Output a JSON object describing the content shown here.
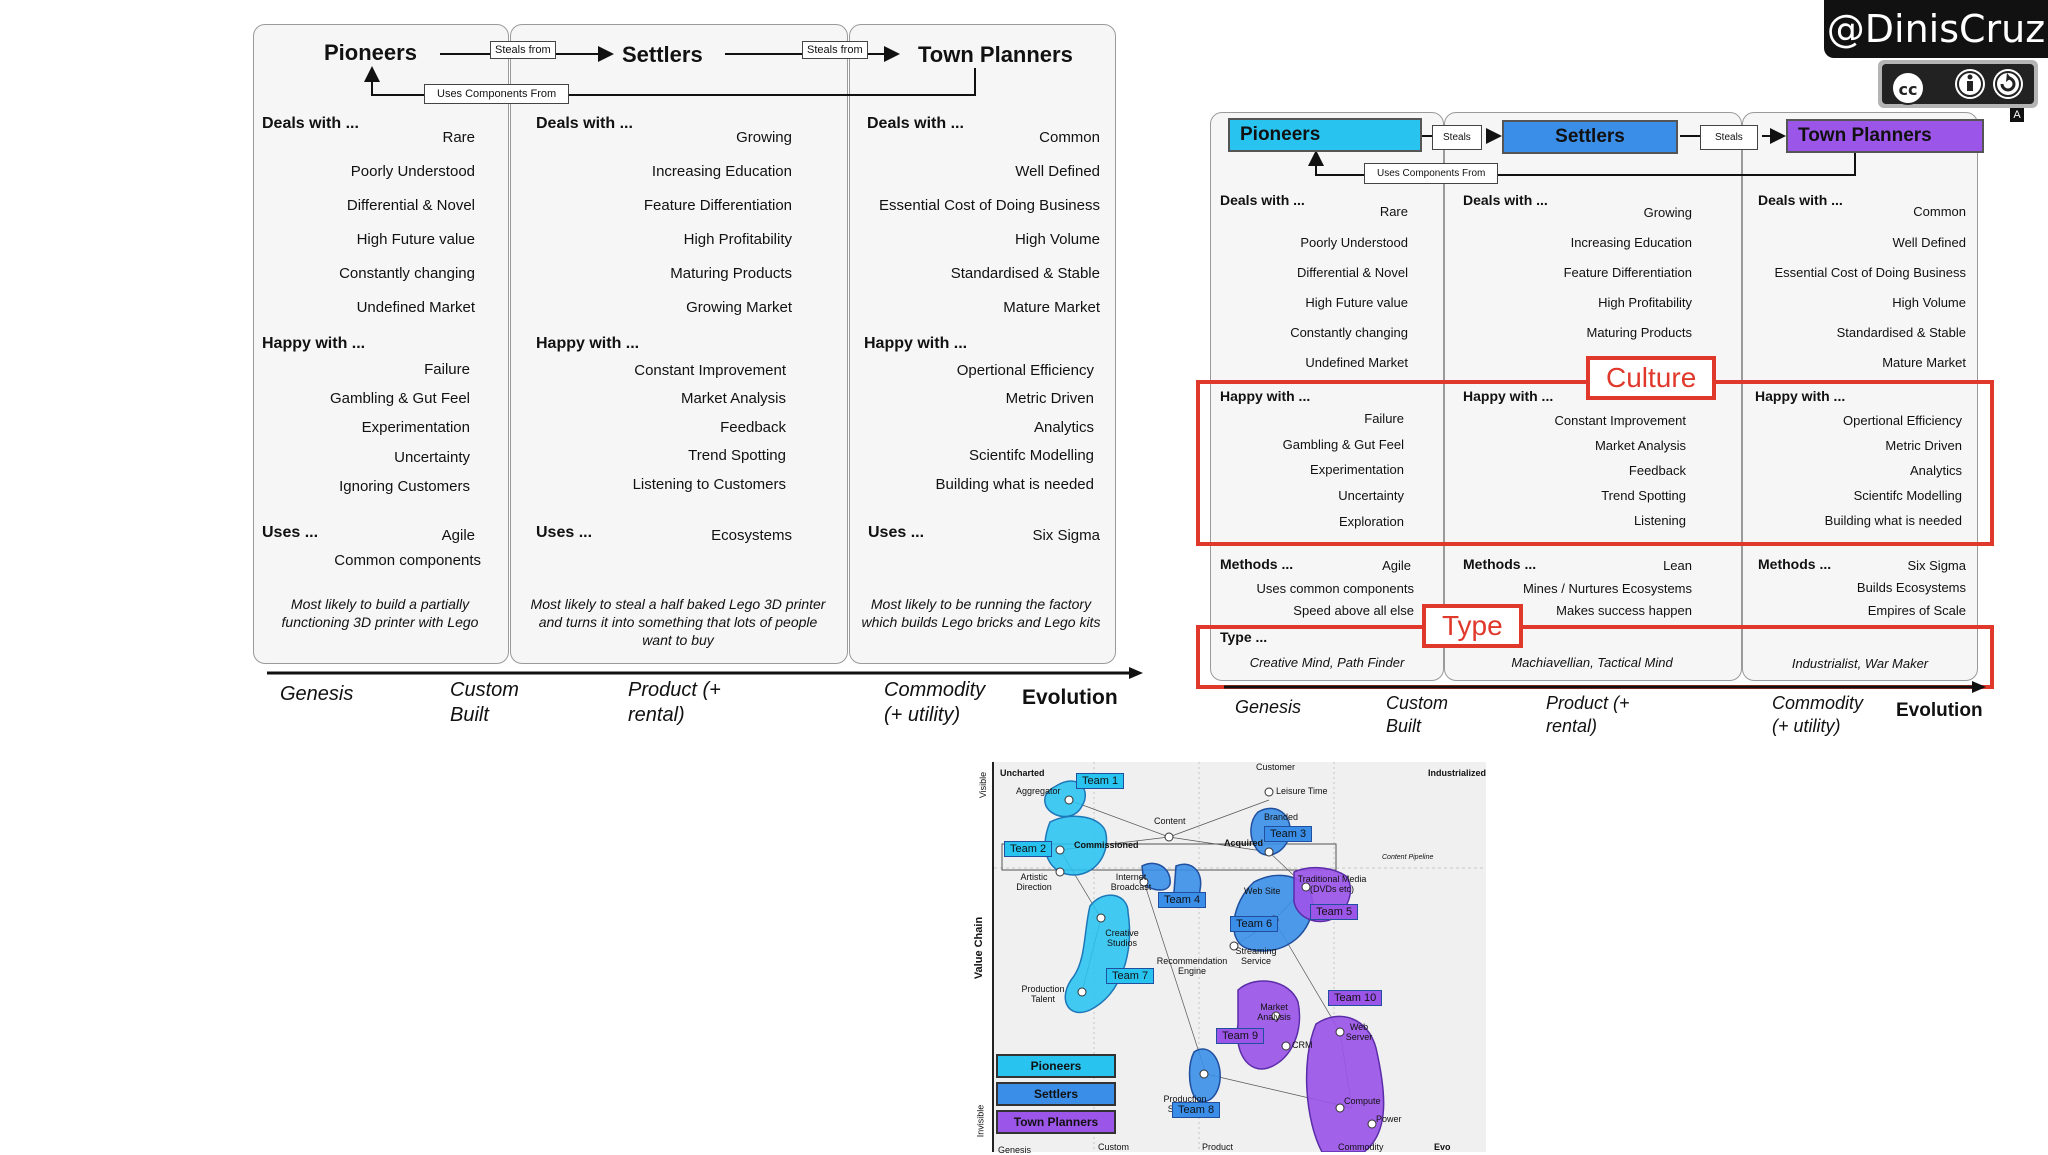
{
  "handle": "@DinisCruz",
  "cc_letter": "A",
  "left_table": {
    "headers": [
      "Pioneers",
      "Settlers",
      "Town Planners"
    ],
    "tags": {
      "steals1": "Steals from",
      "steals2": "Steals from",
      "uses": "Uses Components From"
    },
    "columns": [
      {
        "deals_title": "Deals with ...",
        "deals": [
          "Rare",
          "Poorly Understood",
          "Differential & Novel",
          "High Future value",
          "Constantly changing",
          "Undefined Market"
        ],
        "happy_title": "Happy with ...",
        "happy": [
          "Failure",
          "Gambling & Gut Feel",
          "Experimentation",
          "Uncertainty",
          "Ignoring Customers"
        ],
        "uses_title": "Uses ...",
        "uses": [
          "Agile",
          "Common components"
        ],
        "note": "Most likely to build a partially functioning 3D printer with Lego"
      },
      {
        "deals_title": "Deals with ...",
        "deals": [
          "Growing",
          "Increasing Education",
          "Feature Differentiation",
          "High Profitability",
          "Maturing Products",
          "Growing Market"
        ],
        "happy_title": "Happy with ...",
        "happy": [
          "Constant Improvement",
          "Market Analysis",
          "Feedback",
          "Trend Spotting",
          "Listening to Customers"
        ],
        "uses_title": "Uses ...",
        "uses": [
          "Ecosystems"
        ],
        "note": "Most likely to steal a half baked Lego 3D printer and turns it into something that lots of people want to buy"
      },
      {
        "deals_title": "Deals with ...",
        "deals": [
          "Common",
          "Well Defined",
          "Essential Cost of Doing Business",
          "High Volume",
          "Standardised & Stable",
          "Mature Market"
        ],
        "happy_title": "Happy with ...",
        "happy": [
          "Opertional Efficiency",
          "Metric Driven",
          "Analytics",
          "Scientifc Modelling",
          "Building what is needed"
        ],
        "uses_title": "Uses ...",
        "uses": [
          "Six Sigma"
        ],
        "note": "Most likely to be running the factory which builds Lego bricks and Lego kits"
      }
    ],
    "axis": [
      "Genesis",
      "Custom Built",
      "Product (+ rental)",
      "Commodity (+ utility)"
    ],
    "evolution": "Evolution"
  },
  "right_table": {
    "headers": [
      "Pioneers",
      "Settlers",
      "Town Planners"
    ],
    "colors": {
      "pioneers": "#29c3f0",
      "settlers": "#3a8ee8",
      "planners": "#9b55e8",
      "highlight": "#e0392b"
    },
    "tags": {
      "steals1": "Steals",
      "steals2": "Steals",
      "uses": "Uses Components From"
    },
    "culture": "Culture",
    "type_label": "Type",
    "columns": [
      {
        "deals_title": "Deals with ...",
        "deals": [
          "Rare",
          "Poorly Understood",
          "Differential & Novel",
          "High Future value",
          "Constantly changing",
          "Undefined Market"
        ],
        "happy_title": "Happy with ...",
        "happy": [
          "Failure",
          "Gambling & Gut Feel",
          "Experimentation",
          "Uncertainty",
          "Exploration"
        ],
        "methods_title": "Methods ...",
        "methods": [
          "Agile",
          "Uses common components",
          "Speed above all else"
        ],
        "type_title": "Type ...",
        "type": "Creative Mind, Path Finder"
      },
      {
        "deals_title": "Deals with ...",
        "deals": [
          "Growing",
          "Increasing Education",
          "Feature Differentiation",
          "High Profitability",
          "Maturing Products"
        ],
        "happy_title": "Happy with ...",
        "happy": [
          "Constant Improvement",
          "Market Analysis",
          "Feedback",
          "Trend Spotting",
          "Listening"
        ],
        "methods_title": "Methods ...",
        "methods": [
          "Lean",
          "Mines / Nurtures Ecosystems",
          "Makes success happen"
        ],
        "type_title": "",
        "type": "Machiavellian, Tactical Mind"
      },
      {
        "deals_title": "Deals with ...",
        "deals": [
          "Common",
          "Well Defined",
          "Essential Cost of Doing Business",
          "High Volume",
          "Standardised & Stable",
          "Mature Market"
        ],
        "happy_title": "Happy with ...",
        "happy": [
          "Opertional Efficiency",
          "Metric Driven",
          "Analytics",
          "Scientifc Modelling",
          "Building what is needed"
        ],
        "methods_title": "Methods ...",
        "methods": [
          "Six Sigma",
          "Builds Ecosystems",
          "Empires of Scale"
        ],
        "type_title": "",
        "type": "Industrialist, War Maker"
      }
    ],
    "axis": [
      "Genesis",
      "Custom Built",
      "Product (+ rental)",
      "Commodity (+ utility)"
    ],
    "evolution": "Evolution"
  },
  "map": {
    "corner_left": "Uncharted",
    "corner_right": "Industrialized",
    "visible": "Visible",
    "invisible": "Invisible",
    "value_chain": "Value Chain",
    "content_pipeline": "Content Pipeline",
    "nodes": {
      "customer": "Customer",
      "leisure": "Leisure Time",
      "aggregator": "Aggregator",
      "content": "Content",
      "branded": "Branded",
      "commissioned": "Commissioned",
      "acquired": "Acquired",
      "artistic": "Artistic Direction",
      "internet": "Internet Broadcast",
      "tradmedia": "Traditional Media (DVDs etc)",
      "website": "Web Site",
      "creative": "Creative Studios",
      "streaming": "Streaming Service",
      "recommend": "Recommendation Engine",
      "talent": "Production Talent",
      "market": "Market Analysis",
      "crm": "CRM",
      "webserver": "Web Server",
      "prodsys": "Production Systems",
      "compute": "Compute",
      "power": "Power"
    },
    "teams": [
      "Team 1",
      "Team 2",
      "Team 3",
      "Team 4",
      "Team 5",
      "Team 6",
      "Team 7",
      "Team 8",
      "Team 9",
      "Team 10"
    ],
    "legend": [
      "Pioneers",
      "Settlers",
      "Town Planners"
    ],
    "axis": [
      "Genesis",
      "Custom",
      "Product",
      "Commodity"
    ],
    "evolution": "Evo"
  }
}
